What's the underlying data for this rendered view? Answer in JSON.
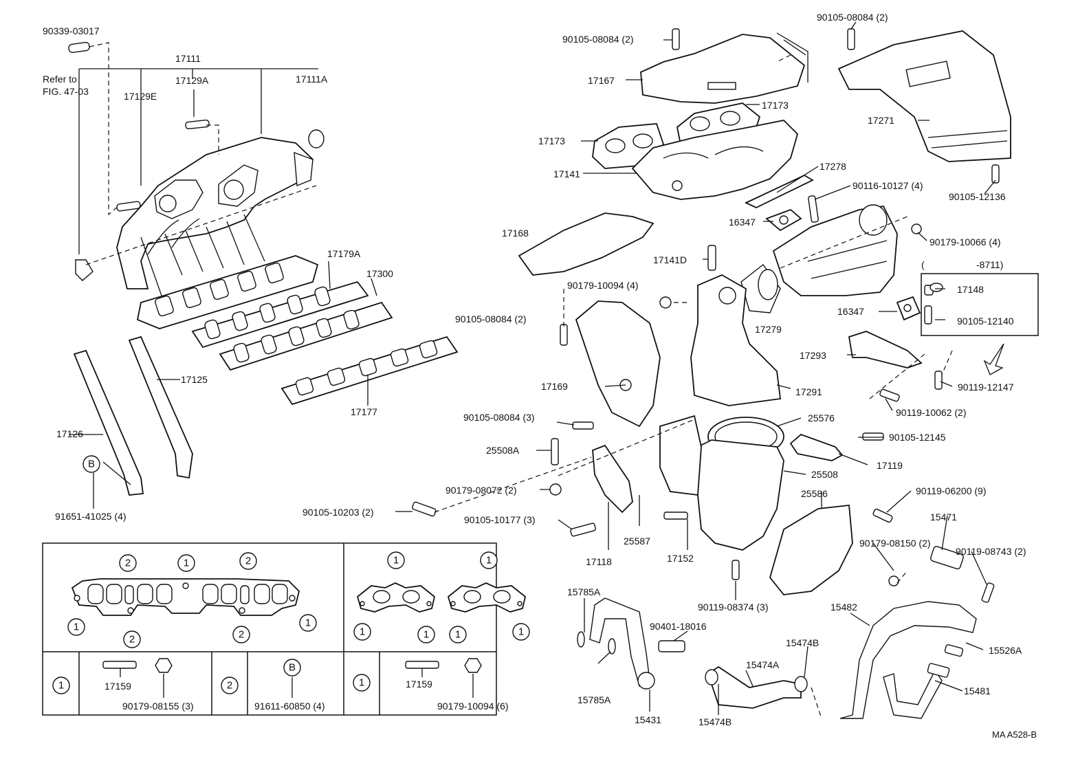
{
  "labels": {
    "p90339_03017": "90339-03017",
    "p17111": "17111",
    "refer1": "Refer to",
    "refer2": "FIG. 47-03",
    "p17129A": "17129A",
    "p17111A": "17111A",
    "p17129E": "17129E",
    "p17179A": "17179A",
    "p17300": "17300",
    "p17125": "17125",
    "p17177": "17177",
    "p17126": "17126",
    "p91651": "91651-41025 (4)",
    "p90105_08084a": "90105-08084 (2)",
    "p90105_08084b": "90105-08084 (2)",
    "p17167": "17167",
    "p17173a": "17173",
    "p17173b": "17173",
    "p17141": "17141",
    "p17271": "17271",
    "p17278": "17278",
    "p90116": "90116-10127 (4)",
    "p90105_12136": "90105-12136",
    "p16347a": "16347",
    "p17168": "17168",
    "p90179_10066": "90179-10066 (4)",
    "p17141D": "17141D",
    "p8711": "-8711)",
    "p90179_10094": "90179-10094 (4)",
    "p17148": "17148",
    "p90105_08084c": "90105-08084 (2)",
    "p16347b": "16347",
    "p17279": "17279",
    "p90105_12140": "90105-12140",
    "p17293": "17293",
    "p17169": "17169",
    "p17291": "17291",
    "p90119_12147": "90119-12147",
    "p90119_10062": "90119-10062 (2)",
    "p90105_08084d": "90105-08084 (3)",
    "p25576": "25576",
    "p90105_12145": "90105-12145",
    "p25508A": "25508A",
    "p17119": "17119",
    "p25508": "25508",
    "p90179_08072": "90179-08072 (2)",
    "p25586": "25586",
    "p90119_06200": "90119-06200 (9)",
    "p90105_10203": "90105-10203 (2)",
    "p90105_10177": "90105-10177 (3)",
    "p15471": "15471",
    "p25587": "25587",
    "p90179_08150": "90179-08150 (2)",
    "p90119_08743": "90119-08743 (2)",
    "p17118": "17118",
    "p17152": "17152",
    "p15785Aa": "15785A",
    "p90119_08374": "90119-08374 (3)",
    "p15482": "15482",
    "p90401": "90401-18016",
    "p15474Ba": "15474B",
    "p15526A": "15526A",
    "p15474A": "15474A",
    "p15481": "15481",
    "p15785Ab": "15785A",
    "p15431": "15431",
    "p15474Bb": "15474B",
    "code": "MA A528-B"
  },
  "table": {
    "left": {
      "circles_top": [
        "2",
        "1",
        "2"
      ],
      "circles_bottom": [
        "1",
        "2",
        "2",
        "1"
      ],
      "row": [
        {
          "key": "1",
          "part": "17159",
          "nut": "90179-08155 (3)"
        },
        {
          "key": "2",
          "part": "B",
          "nut": "91611-60850 (4)"
        }
      ]
    },
    "right": {
      "circles_top": [
        "1",
        "1"
      ],
      "circles_bottom": [
        "1",
        "1",
        "1",
        "1"
      ],
      "row": {
        "key": "1",
        "part": "17159",
        "nut": "90179-10094 (6)"
      }
    },
    "ref_marker": "B"
  }
}
